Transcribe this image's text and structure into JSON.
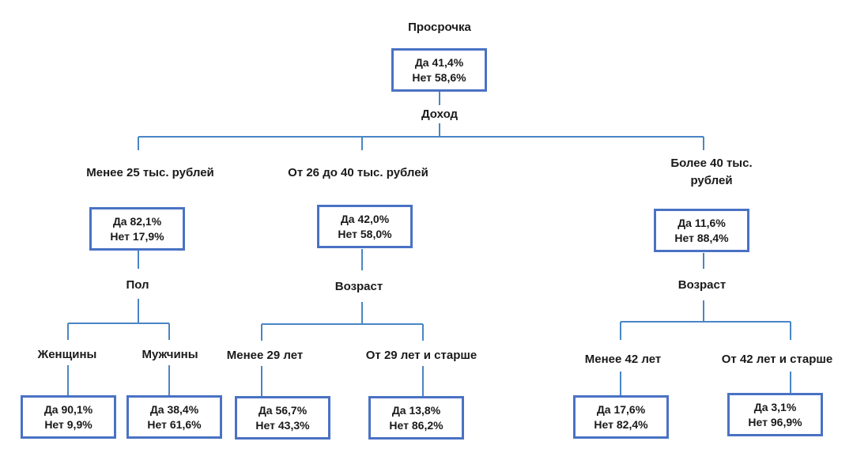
{
  "root": {
    "title": "Просрочка",
    "yes": "Да 41,4%",
    "no": "Нет 58,6%",
    "split": "Доход"
  },
  "income_low": {
    "label": "Менее 25 тыс. рублей",
    "yes": "Да 82,1%",
    "no": "Нет 17,9%",
    "split": "Пол",
    "children": [
      {
        "label": "Женщины",
        "yes": "Да 90,1%",
        "no": "Нет 9,9%"
      },
      {
        "label": "Мужчины",
        "yes": "Да 38,4%",
        "no": "Нет 61,6%"
      }
    ]
  },
  "income_mid": {
    "label": "От 26 до 40 тыс. рублей",
    "yes": "Да 42,0%",
    "no": "Нет 58,0%",
    "split": "Возраст",
    "children": [
      {
        "label": "Менее 29 лет",
        "yes": "Да 56,7%",
        "no": "Нет 43,3%"
      },
      {
        "label": "От 29 лет и старше",
        "yes": "Да 13,8%",
        "no": "Нет 86,2%"
      }
    ]
  },
  "income_high": {
    "label_line1": "Более 40 тыс.",
    "label_line2": "рублей",
    "yes": "Да 11,6%",
    "no": "Нет 88,4%",
    "split": "Возраст",
    "children": [
      {
        "label": "Менее 42 лет",
        "yes": "Да 17,6%",
        "no": "Нет 82,4%"
      },
      {
        "label": "От 42 лет и старше",
        "yes": "Да 3,1%",
        "no": "Нет 96,9%"
      }
    ]
  },
  "colors": {
    "line": "#4a86c5",
    "box_border": "#4a72c4",
    "text": "#1a1a1a"
  }
}
